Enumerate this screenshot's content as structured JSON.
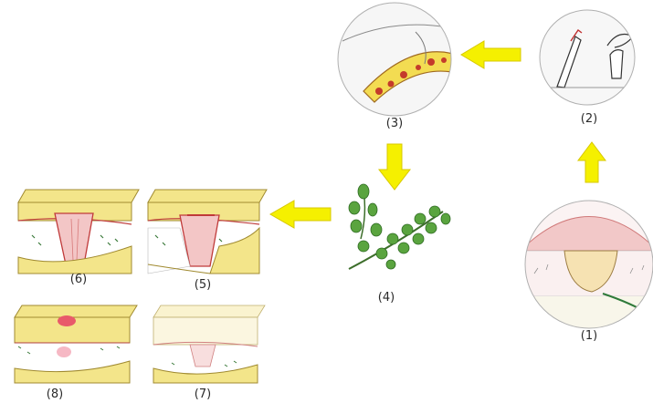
{
  "steps": [
    {
      "id": "1",
      "label": "(1)"
    },
    {
      "id": "2",
      "label": "(2)"
    },
    {
      "id": "3",
      "label": "(3)"
    },
    {
      "id": "4",
      "label": "(4)"
    },
    {
      "id": "5",
      "label": "(5)"
    },
    {
      "id": "6",
      "label": "(6)"
    },
    {
      "id": "7",
      "label": "(7)"
    },
    {
      "id": "8",
      "label": "(8)"
    }
  ],
  "colors": {
    "arrow": "#f5f000",
    "arrow_stroke": "#d8c800",
    "fat_yellow": "#f3e58a",
    "skin_pink": "#f2c8c8",
    "wound_red": "#d84848",
    "leaf_green": "#3f8f2e",
    "outline": "#555555"
  }
}
